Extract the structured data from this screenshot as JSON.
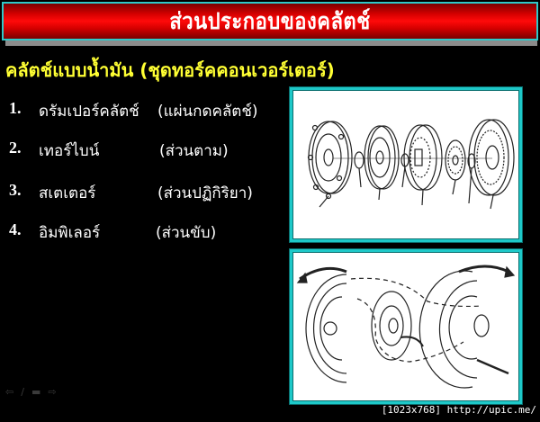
{
  "slide": {
    "title": "ส่วนประกอบของคลัตช์",
    "subtitle": "คลัตช์แบบน้ำมัน (ชุดทอร์คคอนเวอร์เตอร์)",
    "items": [
      {
        "number": "1.",
        "name": "ดรัมเปอร์คลัตช์",
        "description": "(แผ่นกดคลัตช์)"
      },
      {
        "number": "2.",
        "name": "เทอร์ไบน์",
        "description": "(ส่วนตาม)"
      },
      {
        "number": "3.",
        "name": "สเตเตอร์",
        "description": "(ส่วนปฏิกิริยา)"
      },
      {
        "number": "4.",
        "name": "อิมพิเลอร์",
        "description": "(ส่วนขับ)"
      }
    ],
    "images": [
      {
        "label": "torque-converter-exploded-view"
      },
      {
        "label": "torque-converter-fluid-flow-diagram"
      }
    ],
    "colors": {
      "title_bar": "#ff0a0a",
      "title_border": "#2ec8c8",
      "subtitle": "#ffff33",
      "image_border": "#1ec8c8",
      "background": "#000000"
    }
  },
  "navigation": {
    "prev_icon": "⇦",
    "pen_icon": "∕",
    "menu_icon": "▬",
    "next_icon": "⇨"
  },
  "watermark": "[1023x768] http://upic.me/"
}
